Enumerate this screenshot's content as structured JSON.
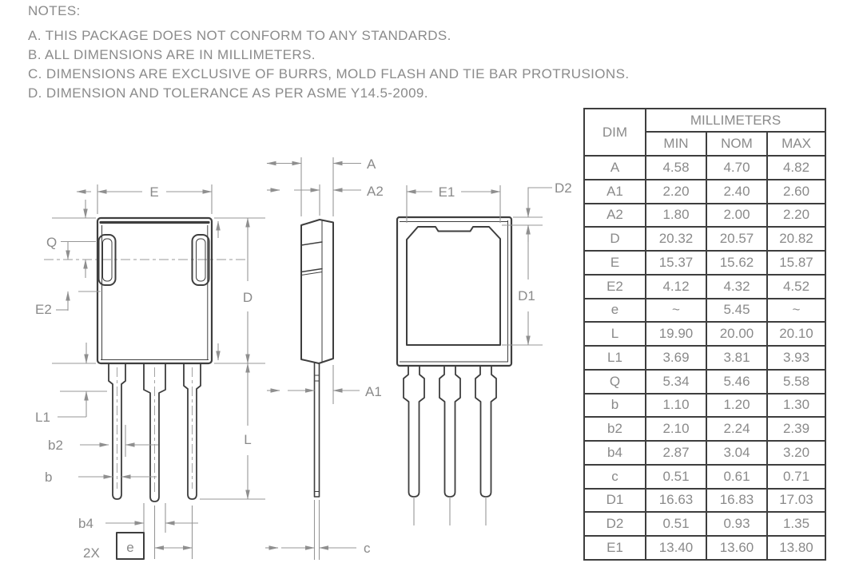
{
  "notes": {
    "title": "NOTES:",
    "items": [
      "A. THIS PACKAGE DOES NOT CONFORM TO ANY STANDARDS.",
      "B. ALL DIMENSIONS ARE IN MILLIMETERS.",
      "C. DIMENSIONS ARE EXCLUSIVE OF BURRS, MOLD FLASH AND TIE BAR PROTRUSIONS.",
      "D. DIMENSION AND TOLERANCE AS PER ASME Y14.5-2009."
    ]
  },
  "drawing": {
    "labels": {
      "E": "E",
      "Q": "Q",
      "E2": "E2",
      "D": "D",
      "L1": "L1",
      "b2": "b2",
      "b": "b",
      "L": "L",
      "b4": "b4",
      "pitch_count": "2X",
      "pitch": "e",
      "A": "A",
      "A2": "A2",
      "A1": "A1",
      "c": "c",
      "E1": "E1",
      "D2": "D2",
      "D1": "D1"
    }
  },
  "table": {
    "col_dim": "DIM",
    "unit_header": "MILLIMETERS",
    "col_min": "MIN",
    "col_nom": "NOM",
    "col_max": "MAX",
    "rows": [
      {
        "dim": "A",
        "min": "4.58",
        "nom": "4.70",
        "max": "4.82"
      },
      {
        "dim": "A1",
        "min": "2.20",
        "nom": "2.40",
        "max": "2.60"
      },
      {
        "dim": "A2",
        "min": "1.80",
        "nom": "2.00",
        "max": "2.20"
      },
      {
        "dim": "D",
        "min": "20.32",
        "nom": "20.57",
        "max": "20.82"
      },
      {
        "dim": "E",
        "min": "15.37",
        "nom": "15.62",
        "max": "15.87"
      },
      {
        "dim": "E2",
        "min": "4.12",
        "nom": "4.32",
        "max": "4.52"
      },
      {
        "dim": "e",
        "min": "~",
        "nom": "5.45",
        "max": "~"
      },
      {
        "dim": "L",
        "min": "19.90",
        "nom": "20.00",
        "max": "20.10"
      },
      {
        "dim": "L1",
        "min": "3.69",
        "nom": "3.81",
        "max": "3.93"
      },
      {
        "dim": "Q",
        "min": "5.34",
        "nom": "5.46",
        "max": "5.58"
      },
      {
        "dim": "b",
        "min": "1.10",
        "nom": "1.20",
        "max": "1.30"
      },
      {
        "dim": "b2",
        "min": "2.10",
        "nom": "2.24",
        "max": "2.39"
      },
      {
        "dim": "b4",
        "min": "2.87",
        "nom": "3.04",
        "max": "3.20"
      },
      {
        "dim": "c",
        "min": "0.51",
        "nom": "0.61",
        "max": "0.71"
      },
      {
        "dim": "D1",
        "min": "16.63",
        "nom": "16.83",
        "max": "17.03"
      },
      {
        "dim": "D2",
        "min": "0.51",
        "nom": "0.93",
        "max": "1.35"
      },
      {
        "dim": "E1",
        "min": "13.40",
        "nom": "13.60",
        "max": "13.80"
      }
    ]
  },
  "colors": {
    "outline": "#3e3e3e",
    "dimension_lines": "#979797",
    "text": "#8a8a8a",
    "background": "#ffffff"
  }
}
